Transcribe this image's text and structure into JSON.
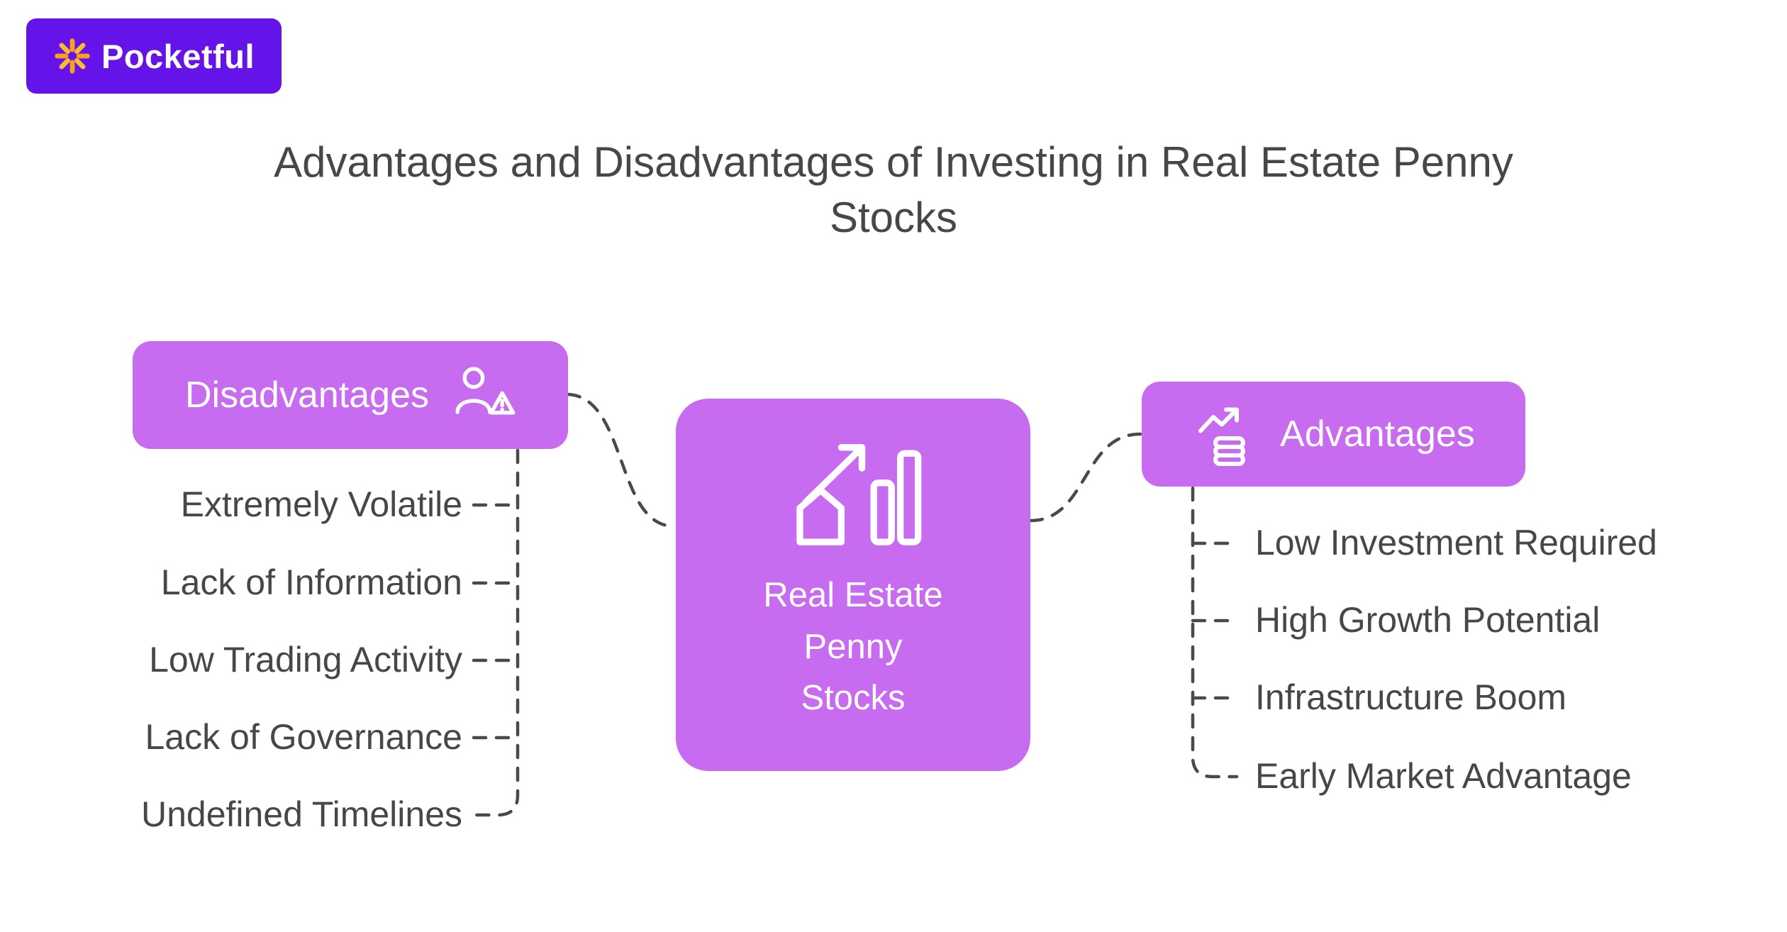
{
  "brand": {
    "name": "Pocketful",
    "icon": "starburst-flower-icon"
  },
  "title": "Advantages and Disadvantages of Investing in Real Estate Penny Stocks",
  "center_node": {
    "label": "Real Estate Penny Stocks",
    "label_lines": [
      "Real Estate",
      "Penny",
      "Stocks"
    ],
    "icon": "house-growth-chart-icon"
  },
  "disadvantages": {
    "label": "Disadvantages",
    "icon": "person-warning-icon",
    "items": [
      "Extremely Volatile",
      "Lack of Information",
      "Low Trading Activity",
      "Lack of Governance",
      "Undefined Timelines"
    ]
  },
  "advantages": {
    "label": "Advantages",
    "icon": "coins-growth-arrow-icon",
    "items": [
      "Low Investment Required",
      "High Growth Potential",
      "Infrastructure Boom",
      "Early Market Advantage"
    ]
  },
  "colors": {
    "node_purple": "#c76bf0",
    "logo_purple": "#6414e8",
    "logo_icon_orange": "#f7a21b",
    "logo_icon_yellow": "#fdba2f",
    "text_dark": "#474747",
    "connector": "#4a4a4a"
  }
}
